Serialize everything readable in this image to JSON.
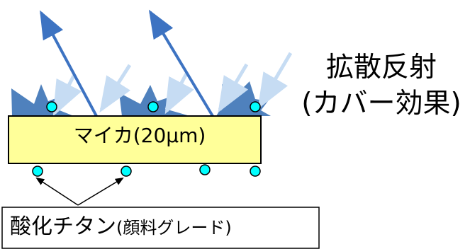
{
  "effect_label": {
    "line1": "拡散反射",
    "line2": "(カバー効果)"
  },
  "substrate_label": "マイカ(20μm)",
  "pigment_label": {
    "main": "酸化チタン",
    "sub": "(顔料グレード)"
  },
  "colors": {
    "mica_fill": "#ffff99",
    "mica_border": "#000000",
    "particle_fill": "#00ffff",
    "burst_fill": "#4f81bd",
    "reflected_arrow": "#3d73c2",
    "incident_arrow": "#c6dcf3"
  }
}
